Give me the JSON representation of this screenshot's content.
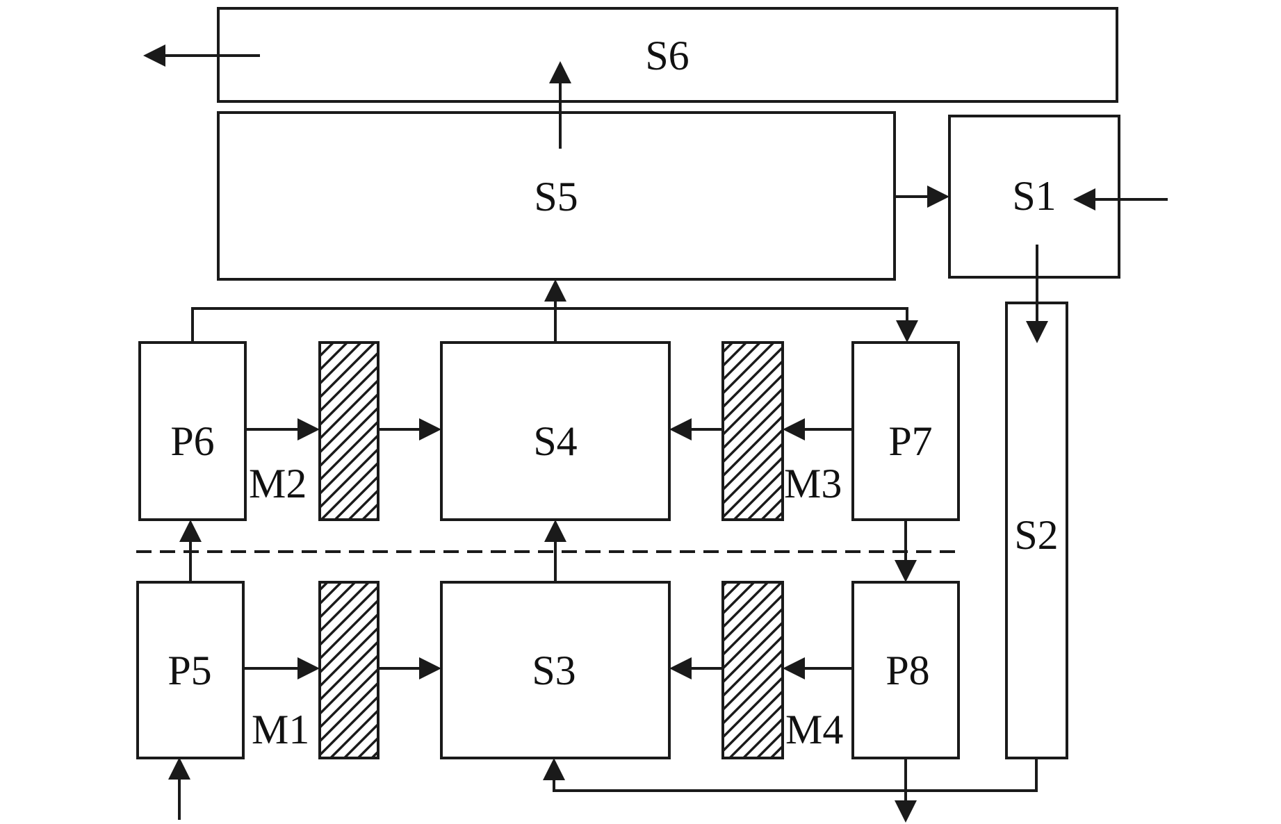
{
  "diagram": {
    "colors": {
      "stroke": "#1a1a1a",
      "fill": "#ffffff",
      "hatch": "#1a1a1a"
    },
    "blocks": {
      "s6": "S6",
      "s5": "S5",
      "s1": "S1",
      "s2": "S2",
      "s4": "S4",
      "s3": "S3",
      "p6": "P6",
      "p7": "P7",
      "p5": "P5",
      "p8": "P8"
    },
    "membranes": {
      "m1": "M1",
      "m2": "M2",
      "m3": "M3",
      "m4": "M4"
    }
  }
}
